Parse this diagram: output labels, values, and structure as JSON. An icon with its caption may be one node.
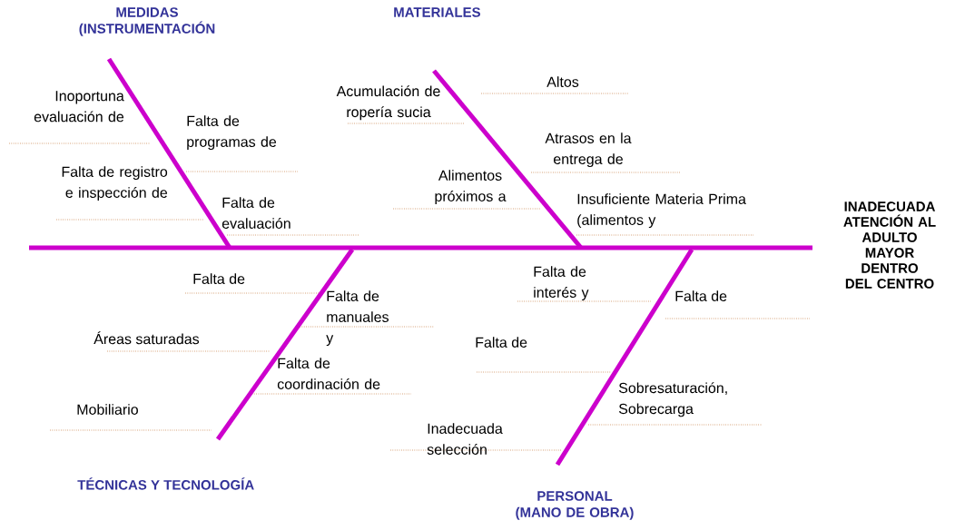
{
  "diagram": {
    "labels": [
      "MEDIDAS (INSTRUMENTACIÓN",
      "MATERIALES",
      "Altos",
      "Inoportuna evaluación de",
      "Acumulación de ropería sucia",
      "Falta de programas de",
      "Atrasos en la entrega de",
      "Falta de registro e inspección de",
      "Alimentos próximos a",
      "Insuficiente Materia Prima (alimentos y",
      "INADECUADA ATENCIÓN AL ADULTO MAYOR DENTRO DEL CENTRO",
      "Falta de evaluación",
      "Falta de",
      "Falta de interés y",
      "Falta de manuales y",
      "Falta de",
      "Áreas saturadas",
      "Falta de",
      "Falta de coordinación de",
      "Sobresaturación, Sobrecarga",
      "Mobiliario",
      "Inadecuada selección",
      "TÉCNICAS Y TECNOLOGÍA",
      "PERSONAL (MANO DE OBRA)"
    ]
  }
}
